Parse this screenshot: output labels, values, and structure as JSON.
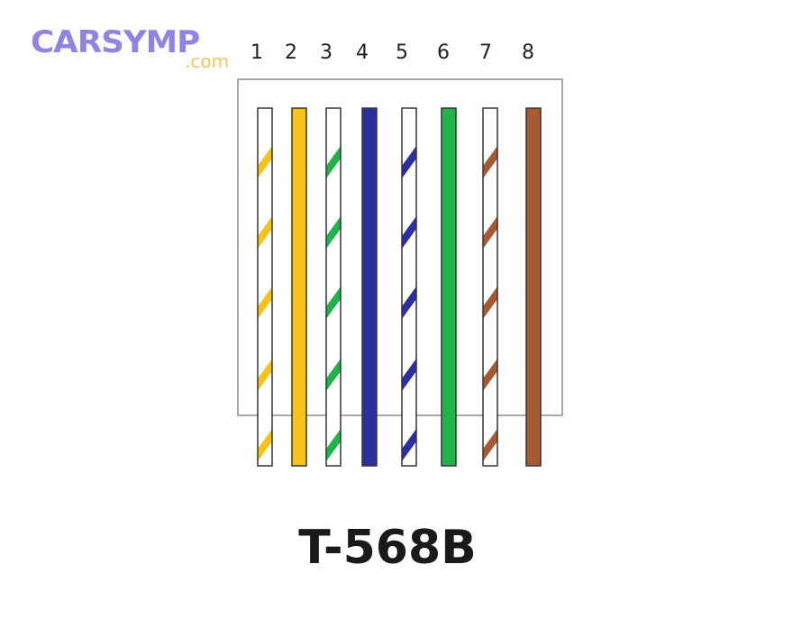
{
  "logo": {
    "text": "CARSYMP",
    "sub": ".com",
    "color": "#8f85e0",
    "sub_color": "#f3c25e"
  },
  "standard": "T-568B",
  "frame_color": "#8a8a8a",
  "pins": [
    {
      "number": "1",
      "wire": "white-orange",
      "base": "#ffffff",
      "stripe": "#f7c31a",
      "striped": true
    },
    {
      "number": "2",
      "wire": "orange",
      "base": "#f7c31a",
      "stripe": null,
      "striped": false
    },
    {
      "number": "3",
      "wire": "white-green",
      "base": "#ffffff",
      "stripe": "#22b24c",
      "striped": true
    },
    {
      "number": "4",
      "wire": "blue",
      "base": "#2b2fa0",
      "stripe": null,
      "striped": false
    },
    {
      "number": "5",
      "wire": "white-blue",
      "base": "#ffffff",
      "stripe": "#2b2fa0",
      "striped": true
    },
    {
      "number": "6",
      "wire": "green",
      "base": "#22b24c",
      "stripe": null,
      "striped": false
    },
    {
      "number": "7",
      "wire": "white-brown",
      "base": "#ffffff",
      "stripe": "#a55a33",
      "striped": true
    },
    {
      "number": "8",
      "wire": "brown",
      "base": "#a55a33",
      "stripe": null,
      "striped": false
    }
  ]
}
